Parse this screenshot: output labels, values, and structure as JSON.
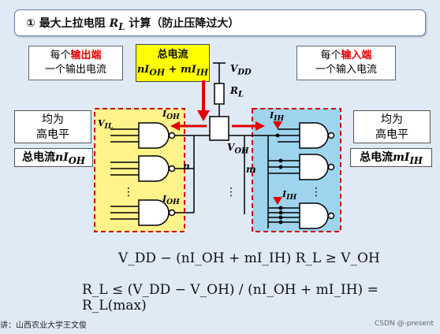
{
  "title": {
    "prefix": "① 最大上拉电阻 ",
    "symbol": "R",
    "sub": "L",
    "suffix": " 计算（防止压降过大）"
  },
  "left_note": {
    "pre": "每个",
    "highlight": "输出端",
    "line2": "一个输出电流"
  },
  "right_note": {
    "pre": "每个",
    "highlight": "输入端",
    "line2": "一个输入电流"
  },
  "total_current": {
    "label": "总电流",
    "expr": "nI",
    "sub1": "OH",
    "plus": " + mI",
    "sub2": "IH"
  },
  "left_level": {
    "line1": "均为",
    "line2": "高电平"
  },
  "left_total": {
    "label": "总电流",
    "expr": "nI",
    "sub": "OH"
  },
  "right_level": {
    "line1": "均为",
    "line2": "高电平"
  },
  "right_total": {
    "label": "总电流",
    "expr": "mI",
    "sub": "IH"
  },
  "circuit": {
    "vdd": "V",
    "vdd_sub": "DD",
    "rl": "R",
    "rl_sub": "L",
    "voh": "V",
    "voh_sub": "OH",
    "vil": "V",
    "vil_sub": "IL",
    "ioh": "I",
    "ioh_sub": "OH",
    "iih": "I",
    "iih_sub": "IH",
    "n": "n",
    "m": "m"
  },
  "formula1": "V_DD − (nI_OH + mI_IH) R_L ≥ V_OH",
  "formula2": "R_L ≤ (V_DD − V_OH) / (nI_OH + mI_IH) = R_L(max)",
  "footer": "讲：山西农业大学王文俊",
  "watermark": "CSDN @-present"
}
